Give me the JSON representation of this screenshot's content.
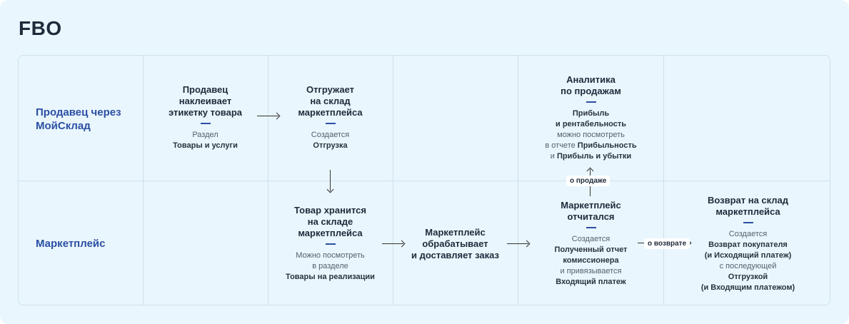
{
  "title": "FBO",
  "rows": {
    "seller": [
      "Продавец через",
      "МойСклад"
    ],
    "marketplace": "Маркетплейс"
  },
  "nodes": {
    "label": {
      "head": [
        "Продавец",
        "наклеивает",
        "этикетку товара"
      ],
      "desc": [
        "Раздел"
      ],
      "bold": [
        "Товары и услуги"
      ]
    },
    "ship": {
      "head": [
        "Отгружает",
        "на склад",
        "маркетплейса"
      ],
      "desc": [
        "Создается"
      ],
      "bold": [
        "Отгрузка"
      ]
    },
    "analytics": {
      "head": [
        "Аналитика",
        "по продажам"
      ],
      "bold1": "Прибыль",
      "bold2": "и рентабельность",
      "plain1": "можно посмотреть",
      "plain2": "в отчете",
      "bold3": "Прибыльность",
      "plain3": "и",
      "bold4": "Прибыль и убытки"
    },
    "stored": {
      "head": [
        "Товар хранится",
        "на складе",
        "маркетплейса"
      ],
      "plain1": "Можно посмотреть",
      "plain2": "в разделе",
      "bold": "Товары на реализации"
    },
    "process": {
      "head": [
        "Маркетплейс",
        "обрабатывает",
        "и доставляет заказ"
      ]
    },
    "reported": {
      "head": [
        "Маркетплейс",
        "отчитался"
      ],
      "plain1": "Создается",
      "bold1": "Полученный отчет",
      "bold2": "комиссионера",
      "plain2": "и привязывается",
      "bold3": "Входящий платеж"
    },
    "return": {
      "head": [
        "Возврат на склад",
        "маркетплейса"
      ],
      "plain1": "Создается",
      "bold1": "Возврат покупателя",
      "bold2": "(и Исходящий платеж)",
      "plain2": "с последующей",
      "bold3": "Отгрузкой",
      "bold4": "(и Входящим платежом)"
    }
  },
  "tags": {
    "on_sale": "о продаже",
    "on_return": "о возврате"
  }
}
